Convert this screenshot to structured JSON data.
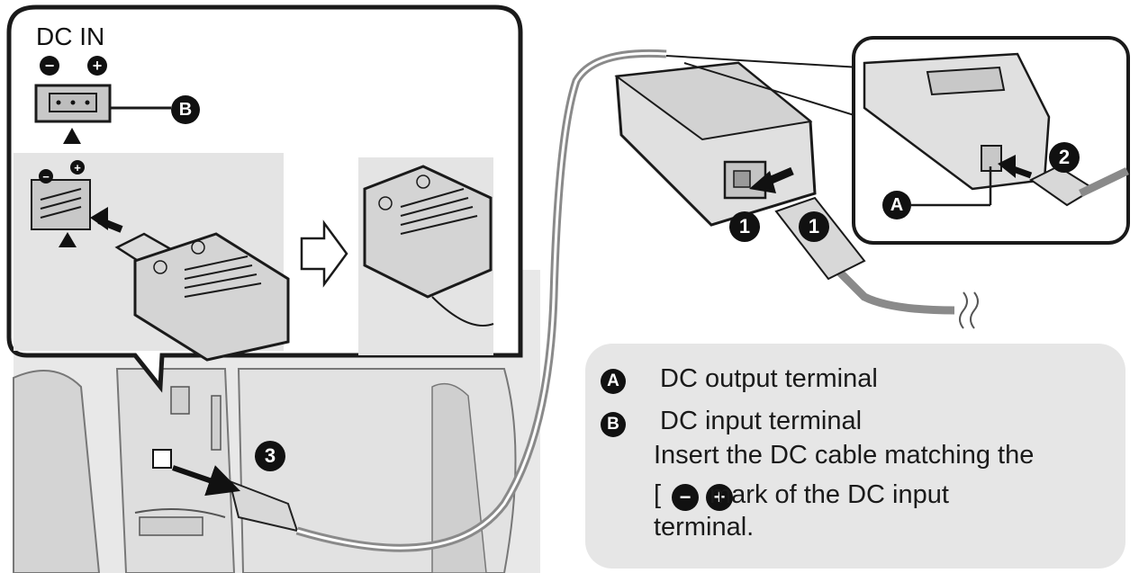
{
  "zoom_panel": {
    "dc_in_label": "DC IN",
    "polarity_minus": "−",
    "polarity_plus": "+",
    "callout_b": "B"
  },
  "callouts": {
    "step1_left": "1",
    "step1_right": "1",
    "step2": "2",
    "step3": "3",
    "terminal_a": "A"
  },
  "legend": {
    "a_letter": "A",
    "a_text": "DC output terminal",
    "b_letter": "B",
    "b_text": "DC input terminal",
    "instruction_line1": "Insert the DC cable matching the",
    "instruction_bracket_open": "[",
    "instruction_line2_rest": "mark of the DC input",
    "instruction_line3": "terminal."
  },
  "colors": {
    "outline": "#1a1a1a",
    "badge": "#111111",
    "device_fill": "#dcdcdc",
    "legend_bg": "#e6e6e6",
    "cable": "#8a8a8a"
  }
}
